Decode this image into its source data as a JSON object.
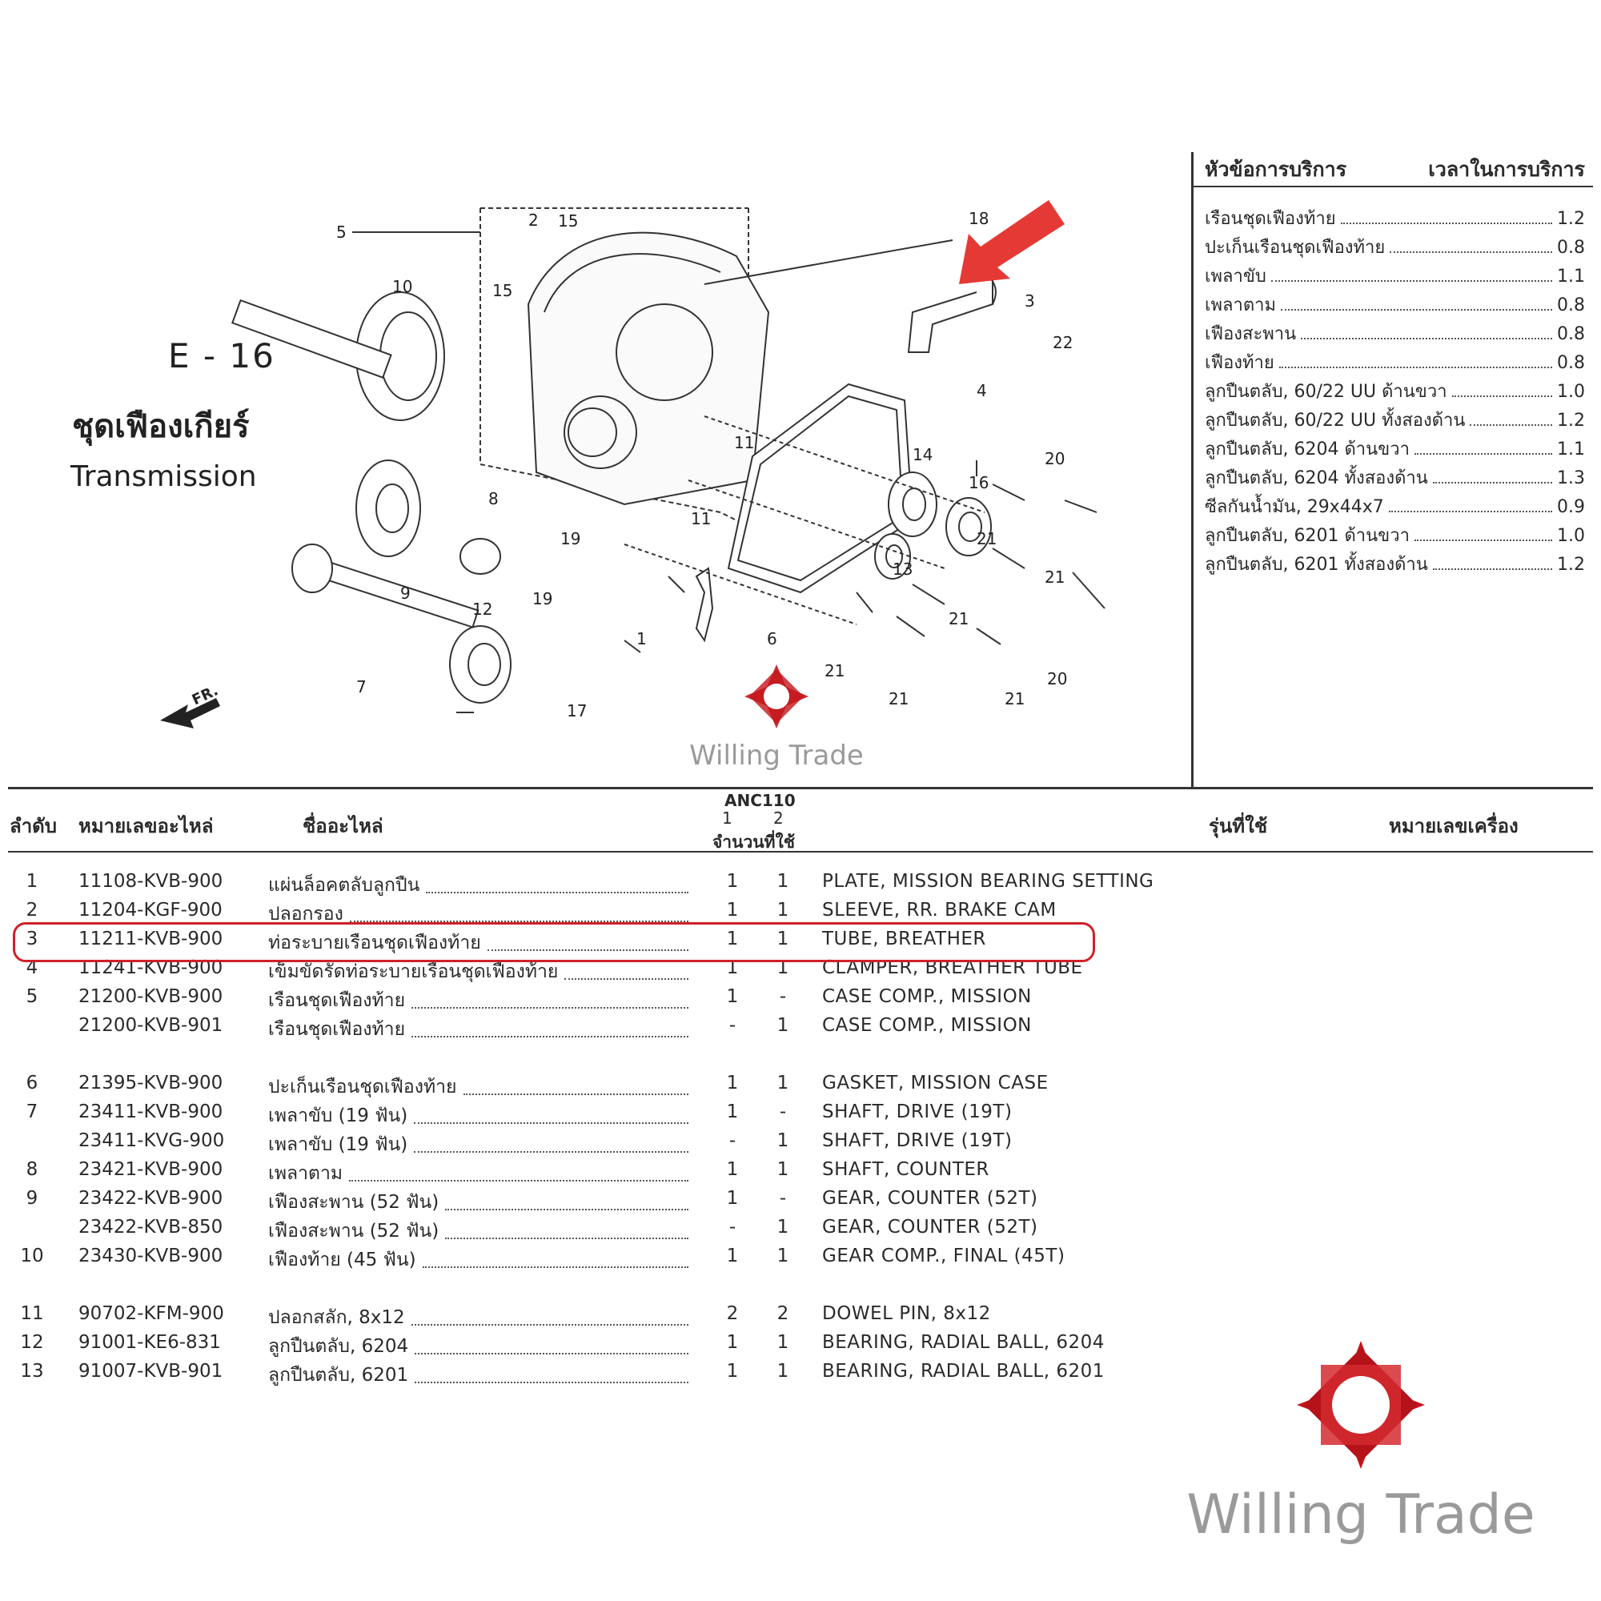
{
  "section": {
    "code": "E - 16",
    "title_th": "ชุดเฟืองเกียร์",
    "title_en": "Transmission"
  },
  "service": {
    "header_topic": "หัวข้อการบริการ",
    "header_time": "เวลาในการบริการ",
    "items": [
      {
        "name": "เรือนชุดเฟืองท้าย",
        "time": "1.2"
      },
      {
        "name": "ปะเก็นเรือนชุดเฟืองท้าย",
        "time": "0.8"
      },
      {
        "name": "เพลาขับ",
        "time": "1.1"
      },
      {
        "name": "เพลาตาม",
        "time": "0.8"
      },
      {
        "name": "เฟืองสะพาน",
        "time": "0.8"
      },
      {
        "name": "เฟืองท้าย",
        "time": "0.8"
      },
      {
        "name": "ลูกปืนตลับ, 60/22 UU ด้านขวา",
        "time": "1.0"
      },
      {
        "name": "ลูกปืนตลับ, 60/22 UU ทั้งสองด้าน",
        "time": "1.2"
      },
      {
        "name": "ลูกปืนตลับ, 6204 ด้านขวา",
        "time": "1.1"
      },
      {
        "name": "ลูกปืนตลับ, 6204 ทั้งสองด้าน",
        "time": "1.3"
      },
      {
        "name": "ซีลกันน้ำมัน, 29x44x7",
        "time": "0.9"
      },
      {
        "name": "ลูกปืนตลับ, 6201 ด้านขวา",
        "time": "1.0"
      },
      {
        "name": "ลูกปืนตลับ, 6201 ทั้งสองด้าน",
        "time": "1.2"
      }
    ]
  },
  "diagram": {
    "callouts": [
      "5",
      "2",
      "15",
      "15",
      "10",
      "18",
      "3",
      "22",
      "4",
      "11",
      "11",
      "14",
      "16",
      "20",
      "8",
      "19",
      "21",
      "21",
      "9",
      "13",
      "12",
      "19",
      "1",
      "21",
      "7",
      "6",
      "21",
      "20",
      "17",
      "21",
      "21"
    ],
    "front_label": "FR."
  },
  "table": {
    "headers": {
      "no": "ลำดับ",
      "part_no": "หมายเลขอะไหล่",
      "part_name": "ชื่ออะไหล่",
      "model": "ANC110",
      "col1": "1",
      "col2": "2",
      "qty": "จำนวนที่ใช้",
      "models_used": "รุ่นที่ใช้",
      "engine_no": "หมายเลขเครื่อง"
    },
    "rows": [
      {
        "no": "1",
        "part": "11108-KVB-900",
        "th": "แผ่นล็อคตลับลูกปืน",
        "q1": "1",
        "q2": "1",
        "en": "PLATE, MISSION BEARING SETTING"
      },
      {
        "no": "2",
        "part": "11204-KGF-900",
        "th": "ปลอกรอง",
        "q1": "1",
        "q2": "1",
        "en": "SLEEVE, RR. BRAKE CAM"
      },
      {
        "no": "3",
        "part": "11211-KVB-900",
        "th": "ท่อระบายเรือนชุดเฟืองท้าย",
        "q1": "1",
        "q2": "1",
        "en": "TUBE, BREATHER"
      },
      {
        "no": "4",
        "part": "11241-KVB-900",
        "th": "เข็มขัดรัดท่อระบายเรือนชุดเฟืองท้าย",
        "q1": "1",
        "q2": "1",
        "en": "CLAMPER, BREATHER TUBE"
      },
      {
        "no": "5",
        "part": "21200-KVB-900",
        "th": "เรือนชุดเฟืองท้าย",
        "q1": "1",
        "q2": "-",
        "en": "CASE COMP., MISSION"
      },
      {
        "no": "",
        "part": "21200-KVB-901",
        "th": "เรือนชุดเฟืองท้าย",
        "q1": "-",
        "q2": "1",
        "en": "CASE COMP., MISSION"
      },
      {
        "no": "6",
        "part": "21395-KVB-900",
        "th": "ปะเก็นเรือนชุดเฟืองท้าย",
        "q1": "1",
        "q2": "1",
        "en": "GASKET, MISSION CASE"
      },
      {
        "no": "7",
        "part": "23411-KVB-900",
        "th": "เพลาขับ (19 ฟัน)",
        "q1": "1",
        "q2": "-",
        "en": "SHAFT, DRIVE (19T)"
      },
      {
        "no": "",
        "part": "23411-KVG-900",
        "th": "เพลาขับ (19 ฟัน)",
        "q1": "-",
        "q2": "1",
        "en": "SHAFT, DRIVE (19T)"
      },
      {
        "no": "8",
        "part": "23421-KVB-900",
        "th": "เพลาตาม",
        "q1": "1",
        "q2": "1",
        "en": "SHAFT, COUNTER"
      },
      {
        "no": "9",
        "part": "23422-KVB-900",
        "th": "เฟืองสะพาน (52 ฟัน)",
        "q1": "1",
        "q2": "-",
        "en": "GEAR, COUNTER (52T)"
      },
      {
        "no": "",
        "part": "23422-KVB-850",
        "th": "เฟืองสะพาน (52 ฟัน)",
        "q1": "-",
        "q2": "1",
        "en": "GEAR, COUNTER (52T)"
      },
      {
        "no": "10",
        "part": "23430-KVB-900",
        "th": "เฟืองท้าย (45 ฟัน)",
        "q1": "1",
        "q2": "1",
        "en": "GEAR COMP., FINAL (45T)"
      },
      {
        "no": "11",
        "part": "90702-KFM-900",
        "th": "ปลอกสลัก, 8x12",
        "q1": "2",
        "q2": "2",
        "en": "DOWEL PIN, 8x12"
      },
      {
        "no": "12",
        "part": "91001-KE6-831",
        "th": "ลูกปืนตลับ, 6204",
        "q1": "1",
        "q2": "1",
        "en": "BEARING, RADIAL BALL, 6204"
      },
      {
        "no": "13",
        "part": "91007-KVB-901",
        "th": "ลูกปืนตลับ, 6201",
        "q1": "1",
        "q2": "1",
        "en": "BEARING, RADIAL BALL, 6201"
      }
    ]
  },
  "watermark": {
    "text": "Willing Trade"
  },
  "colors": {
    "highlight": "#d0202a",
    "arrow": "#e53935",
    "logo_red": "#c4161c",
    "watermark_gray": "#9a9a9a"
  }
}
